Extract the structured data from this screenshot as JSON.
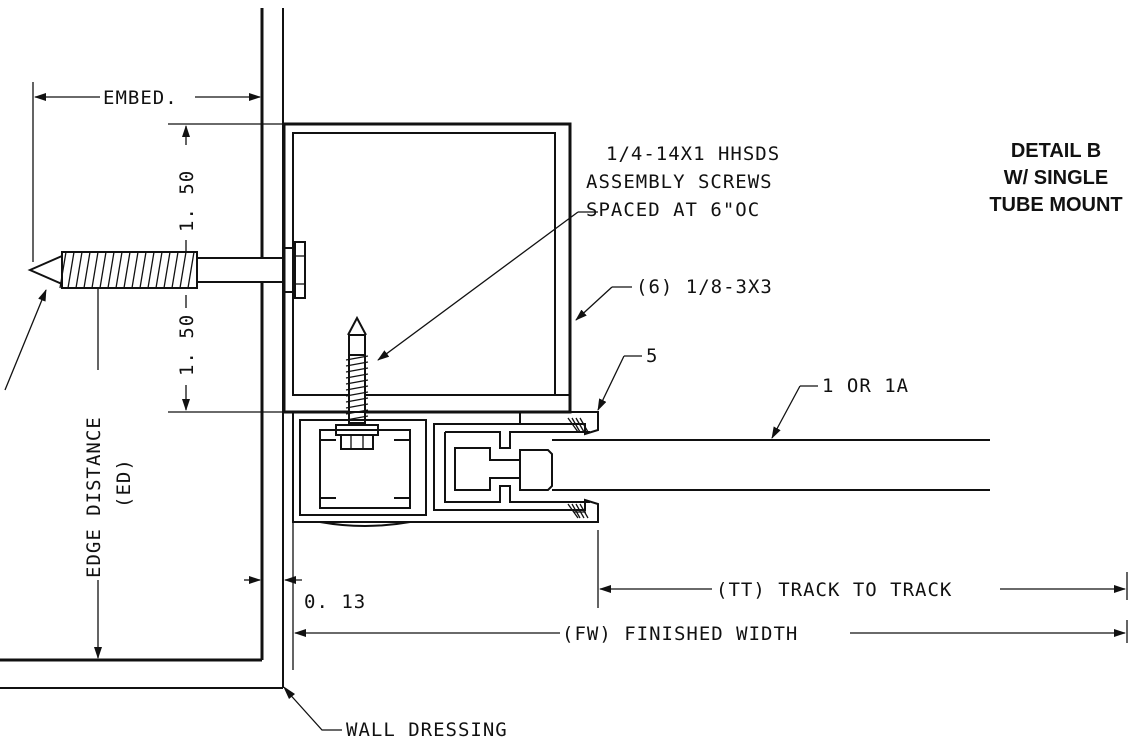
{
  "labels": {
    "embed": "EMBED.",
    "dim_upper": "1. 50",
    "dim_lower": "1. 50",
    "edge_distance": "EDGE DISTANCE",
    "edge_distance_abbr": "(ED)",
    "screw_line1": "1/4-14X1 HHSDS",
    "screw_line2": "ASSEMBLY SCREWS",
    "screw_line3": "SPACED AT 6\"OC",
    "tube": "(6) 1/8-3X3",
    "item5": "5",
    "item1": "1 OR 1A",
    "gap": "0. 13",
    "track": "(TT) TRACK TO TRACK",
    "finished": "(FW) FINISHED WIDTH",
    "wall": "WALL DRESSING"
  },
  "title": {
    "line1": "DETAIL B",
    "line2": "W/ SINGLE",
    "line3": "TUBE MOUNT"
  }
}
